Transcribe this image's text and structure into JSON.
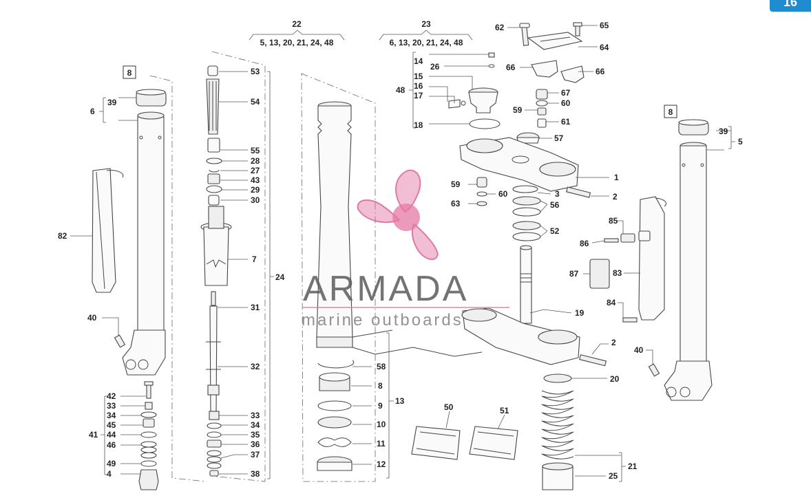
{
  "page_badge": "16",
  "watermark": {
    "title": "ARMADA",
    "subtitle": "marine outboards"
  },
  "groups": {
    "g22": {
      "num": "22",
      "items": "5, 13, 20, 21, 24, 48"
    },
    "g23": {
      "num": "23",
      "items": "6, 13, 20, 21, 24, 48"
    }
  },
  "boxed": {
    "left": "8",
    "right": "8"
  },
  "labels": {
    "n39a": "39",
    "n6": "6",
    "n82": "82",
    "n40a": "40",
    "n42": "42",
    "n33a": "33",
    "n34a": "34",
    "n45": "45",
    "n44": "44",
    "n41": "41",
    "n46": "46",
    "n49": "49",
    "n4": "4",
    "n53": "53",
    "n54": "54",
    "n55": "55",
    "n28": "28",
    "n27": "27",
    "n43": "43",
    "n29": "29",
    "n30": "30",
    "n7": "7",
    "n24": "24",
    "n31": "31",
    "n32": "32",
    "n33b": "33",
    "n34b": "34",
    "n35": "35",
    "n36": "36",
    "n37": "37",
    "n38": "38",
    "n58": "58",
    "n8c": "8",
    "n9": "9",
    "n13": "13",
    "n10": "10",
    "n11": "11",
    "n12": "12",
    "n50": "50",
    "n51": "51",
    "n14": "14",
    "n26": "26",
    "n15": "15",
    "n16": "16",
    "n17": "17",
    "n48": "48",
    "n18": "18",
    "n62": "62",
    "n65": "65",
    "n64": "64",
    "n66a": "66",
    "n66b": "66",
    "n67": "67",
    "n60a": "60",
    "n59a": "59",
    "n61": "61",
    "n57": "57",
    "n1": "1",
    "n2a": "2",
    "n3": "3",
    "n59b": "59",
    "n60b": "60",
    "n63": "63",
    "n56": "56",
    "n52": "52",
    "n19": "19",
    "n2b": "2",
    "n20": "20",
    "n21": "21",
    "n25": "25",
    "n39b": "39",
    "n5": "5",
    "n85": "85",
    "n86": "86",
    "n87": "87",
    "n83": "83",
    "n84": "84",
    "n40b": "40"
  }
}
